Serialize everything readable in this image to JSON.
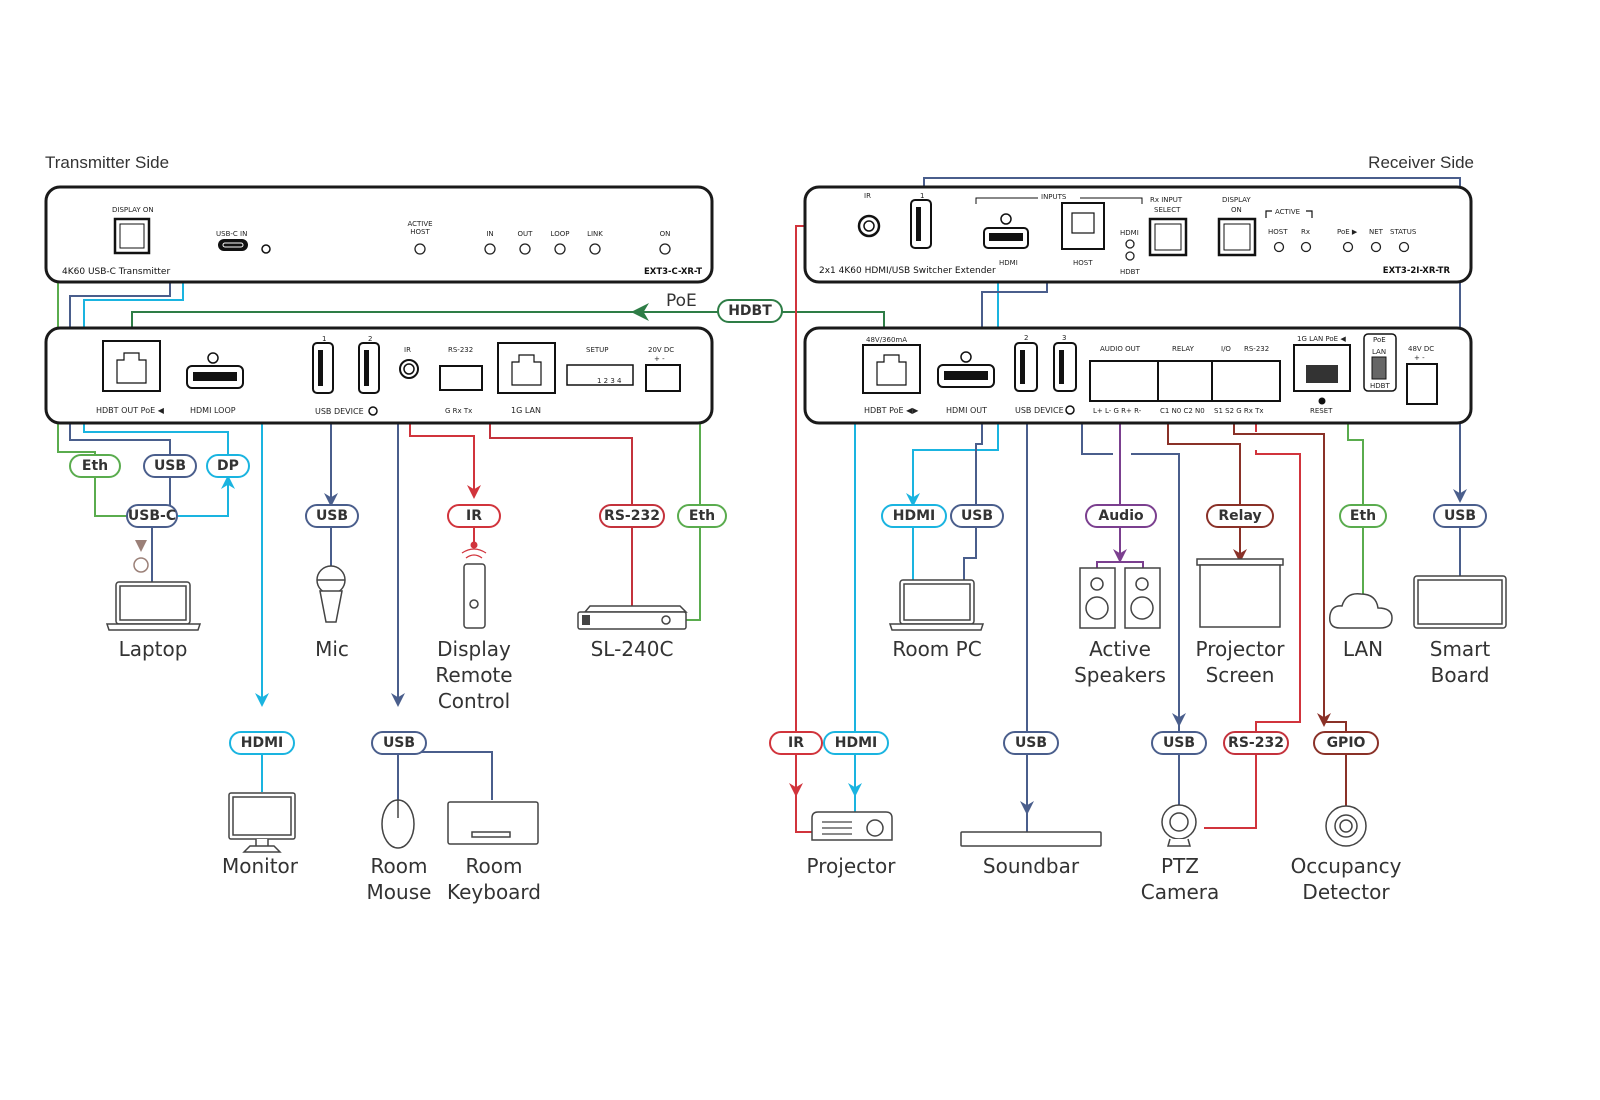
{
  "colors": {
    "ethernet": "#5aac4e",
    "usb": "#4a5e8c",
    "hdmi": "#1ab4e0",
    "ir": "#d1343c",
    "rs232": "#c4323c",
    "audio": "#7b3f8f",
    "relay": "#8a3128",
    "gpio": "#8a3128",
    "hdbt": "#2e7d46",
    "power": "#9b8078"
  },
  "transmitter": {
    "side_title": "Transmitter Side",
    "front": {
      "device_name": "4K60 USB-C Transmitter",
      "model": "EXT3-C-XR-T",
      "display_on_label": "DISPLAY ON",
      "usbc_in_label": "USB-C IN",
      "leds": [
        {
          "label": "ACTIVE",
          "label2": "HOST"
        },
        {
          "label": "IN"
        },
        {
          "label": "OUT"
        },
        {
          "label": "LOOP"
        },
        {
          "label": "LINK"
        },
        {
          "label": "ON"
        }
      ]
    },
    "rear": {
      "hdbt_out": "HDBT OUT PoE ◀",
      "hdmi_loop": "HDMI LOOP",
      "usb_port_1": "1",
      "usb_port_2": "2",
      "usb_device": "USB DEVICE",
      "ir": "IR",
      "rs232": "RS-232",
      "rs232_pins": "G  Rx  Tx",
      "lan": "1G LAN",
      "setup": "SETUP",
      "setup_pins": "1  2  3  4",
      "power": "20V DC",
      "power_pins": "+   -"
    }
  },
  "receiver": {
    "side_title": "Receiver Side",
    "front": {
      "device_name": "2x1 4K60 HDMI/USB Switcher Extender",
      "model": "EXT3-2I-XR-TR",
      "ir_label": "IR",
      "usb_port": "1",
      "inputs_label": "INPUTS",
      "hdmi_label": "HDMI",
      "host_label": "HOST",
      "hdmi_led": "HDMI",
      "hdbt_led": "HDBT",
      "rx_input_select": "Rx INPUT",
      "rx_input_select2": "SELECT",
      "display_on": "DISPLAY",
      "display_on2": "ON",
      "active_label": "ACTIVE",
      "leds": [
        {
          "label": "HOST"
        },
        {
          "label": "Rx"
        },
        {
          "label": "PoE ▶"
        },
        {
          "label": "NET"
        },
        {
          "label": "STATUS"
        }
      ]
    },
    "rear": {
      "hdbt_power": "48V/360mA",
      "hdbt_poe": "HDBT PoE ◀▶",
      "hdmi_out": "HDMI OUT",
      "usb_port_2": "2",
      "usb_port_3": "3",
      "usb_device": "USB DEVICE",
      "audio_out": "AUDIO OUT",
      "audio_pins": "L+  L-  G  R+  R-",
      "relay": "RELAY",
      "relay_pins": "C1 N0  C2 N0",
      "io": "I/O",
      "rs232": "RS-232",
      "io_pins": "S1  S2  G  Rx  Tx",
      "lan_poe": "1G LAN PoE ◀",
      "reset": "RESET",
      "switch_top": "PoE",
      "switch_lan": "LAN",
      "switch_hdbt": "HDBT",
      "power": "48V DC",
      "power_pins": "+   -"
    }
  },
  "link": {
    "poe_label": "PoE",
    "hdbt_label": "HDBT"
  },
  "pills": {
    "tx_eth": "Eth",
    "tx_usb": "USB",
    "tx_dp": "DP",
    "tx_usbc": "USB-C",
    "tx_mic_usb": "USB",
    "tx_ir": "IR",
    "tx_rs232": "RS-232",
    "tx_eth2": "Eth",
    "tx_hdmi": "HDMI",
    "tx_usb2": "USB",
    "rx_hdmi": "HDMI",
    "rx_usb": "USB",
    "rx_audio": "Audio",
    "rx_relay": "Relay",
    "rx_eth": "Eth",
    "rx_usb_board": "USB",
    "rx_ir": "IR",
    "rx_proj_hdmi": "HDMI",
    "rx_soundbar_usb": "USB",
    "rx_cam_usb": "USB",
    "rx_rs232": "RS-232",
    "rx_gpio": "GPIO"
  },
  "devices": {
    "laptop": "Laptop",
    "mic": "Mic",
    "remote": [
      "Display",
      "Remote",
      "Control"
    ],
    "sl240c": "SL-240C",
    "monitor": "Monitor",
    "mouse": [
      "Room",
      "Mouse"
    ],
    "keyboard": [
      "Room",
      "Keyboard"
    ],
    "room_pc": "Room PC",
    "speakers": [
      "Active",
      "Speakers"
    ],
    "screen": [
      "Projector",
      "Screen"
    ],
    "lan": "LAN",
    "smart_board": [
      "Smart",
      "Board"
    ],
    "projector": "Projector",
    "soundbar": "Soundbar",
    "ptz": [
      "PTZ",
      "Camera"
    ],
    "occupancy": [
      "Occupancy",
      "Detector"
    ]
  }
}
